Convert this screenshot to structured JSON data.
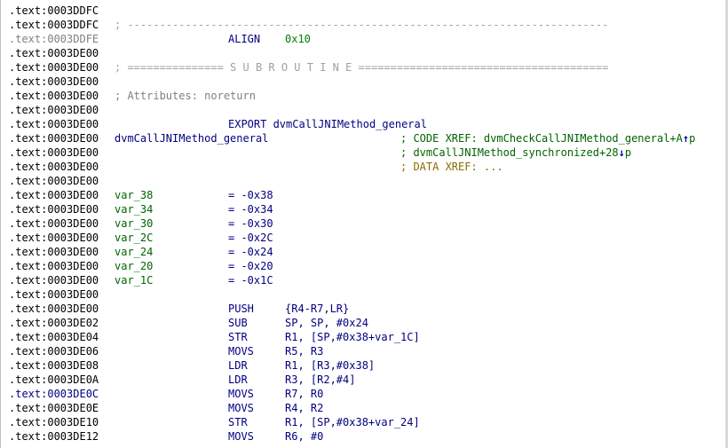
{
  "lines": [
    {
      "addr": ".text:0003DDFC",
      "style": "normal"
    },
    {
      "addr": ".text:0003DDFC",
      "style": "normal",
      "comment": "; ---------------------------------------------------------------------------"
    },
    {
      "addr": ".text:0003DDFE",
      "style": "grey",
      "mnem": "ALIGN",
      "ops": "0x10"
    },
    {
      "addr": ".text:0003DE00",
      "style": "normal"
    },
    {
      "addr": ".text:0003DE00",
      "style": "normal",
      "comment": "; =============== S U B R O U T I N E ======================================="
    },
    {
      "addr": ".text:0003DE00",
      "style": "normal"
    },
    {
      "addr": ".text:0003DE00",
      "style": "normal",
      "comment": "; Attributes: noreturn"
    },
    {
      "addr": ".text:0003DE00",
      "style": "normal"
    },
    {
      "addr": ".text:0003DE00",
      "style": "normal",
      "mnem": "EXPORT dvmCallJNIMethod_general"
    },
    {
      "addr": ".text:0003DE00",
      "style": "normal",
      "label": "dvmCallJNIMethod_general",
      "xref": "; CODE XREF: dvmCheckCallJNIMethod_general+A",
      "xref_tail": "p"
    },
    {
      "addr": ".text:0003DE00",
      "style": "normal",
      "xref": "; dvmCallJNIMethod_synchronized+28",
      "xref_tail": "p"
    },
    {
      "addr": ".text:0003DE00",
      "style": "normal",
      "dxref": "; DATA XREF: ..."
    },
    {
      "addr": ".text:0003DE00",
      "style": "normal"
    },
    {
      "addr": ".text:0003DE00",
      "style": "normal",
      "var": "var_38",
      "varval": "= -0x38"
    },
    {
      "addr": ".text:0003DE00",
      "style": "normal",
      "var": "var_34",
      "varval": "= -0x34"
    },
    {
      "addr": ".text:0003DE00",
      "style": "normal",
      "var": "var_30",
      "varval": "= -0x30"
    },
    {
      "addr": ".text:0003DE00",
      "style": "normal",
      "var": "var_2C",
      "varval": "= -0x2C"
    },
    {
      "addr": ".text:0003DE00",
      "style": "normal",
      "var": "var_24",
      "varval": "= -0x24"
    },
    {
      "addr": ".text:0003DE00",
      "style": "normal",
      "var": "var_20",
      "varval": "= -0x20"
    },
    {
      "addr": ".text:0003DE00",
      "style": "normal",
      "var": "var_1C",
      "varval": "= -0x1C"
    },
    {
      "addr": ".text:0003DE00",
      "style": "normal"
    },
    {
      "addr": ".text:0003DE00",
      "style": "normal",
      "mnem": "PUSH",
      "ops": "{R4-R7,LR}"
    },
    {
      "addr": ".text:0003DE02",
      "style": "normal",
      "mnem": "SUB",
      "ops": "SP, SP, #0x24"
    },
    {
      "addr": ".text:0003DE04",
      "style": "normal",
      "mnem": "STR",
      "ops": "R1, [SP,#0x38+var_1C]"
    },
    {
      "addr": ".text:0003DE06",
      "style": "normal",
      "mnem": "MOVS",
      "ops": "R5, R3"
    },
    {
      "addr": ".text:0003DE08",
      "style": "normal",
      "mnem": "LDR",
      "ops": "R1, [R3,#0x38]"
    },
    {
      "addr": ".text:0003DE0A",
      "style": "normal",
      "mnem": "LDR",
      "ops": "R3, [R2,#4]"
    },
    {
      "addr": ".text:0003DE0C",
      "style": "blue",
      "mnem": "MOVS",
      "ops": "R7, R0"
    },
    {
      "addr": ".text:0003DE0E",
      "style": "normal",
      "mnem": "MOVS",
      "ops": "R4, R2"
    },
    {
      "addr": ".text:0003DE10",
      "style": "normal",
      "mnem": "STR",
      "ops": "R1, [SP,#0x38+var_24]"
    },
    {
      "addr": ".text:0003DE12",
      "style": "normal",
      "mnem": "MOVS",
      "ops": "R6, #0"
    }
  ]
}
